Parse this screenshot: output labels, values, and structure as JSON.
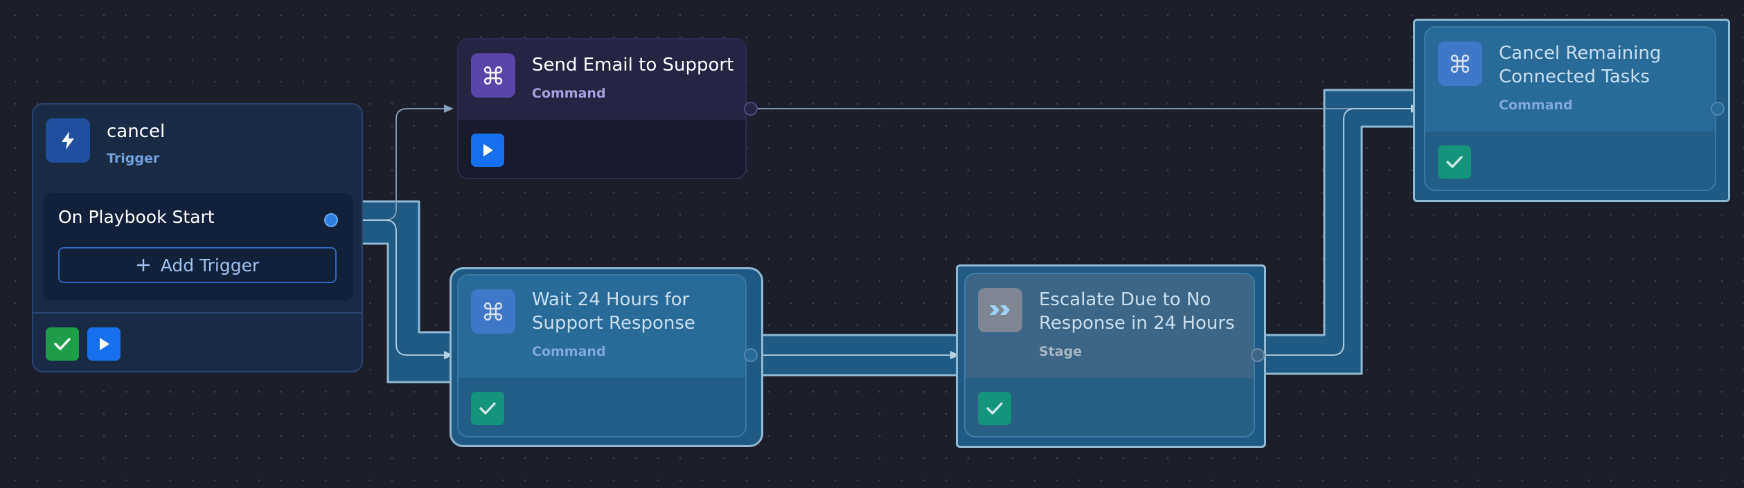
{
  "colors": {
    "canvas": "#1c1f29",
    "trigger_icon": "#1f4f9c",
    "command_icon_dark": "#5a46a8",
    "command_icon": "#3f78c6",
    "stage_icon": "#7f8591",
    "run_button": "#1670ee",
    "check_button": "#1f9d48",
    "check_button_teal": "#14947a",
    "highlight_path": "#1f5a84",
    "highlight_border": "#8fb9d4"
  },
  "icons": {
    "trigger": "lightning-icon",
    "command": "command-key-icon",
    "stage": "double-chevron-icon",
    "run": "play-icon",
    "check": "check-icon",
    "add": "plus-icon"
  },
  "nodes": {
    "trigger": {
      "title": "cancel",
      "kind": "Trigger",
      "event_label": "On Playbook Start",
      "add_trigger_label": "Add Trigger"
    },
    "send_email": {
      "title": "Send Email to Support",
      "kind": "Command"
    },
    "wait": {
      "title_line1": "Wait 24 Hours for",
      "title_line2": "Support Response",
      "kind": "Command"
    },
    "escalate": {
      "title_line1": "Escalate Due to No",
      "title_line2": "Response in 24 Hours",
      "kind": "Stage"
    },
    "cancel_tasks": {
      "title_line1": "Cancel Remaining",
      "title_line2": "Connected Tasks",
      "kind": "Command"
    }
  }
}
